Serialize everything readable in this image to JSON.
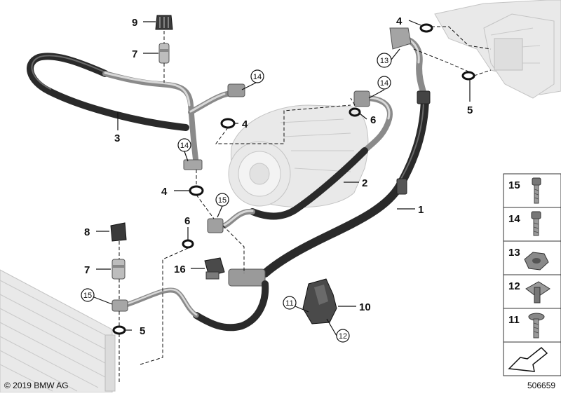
{
  "copyright": "© 2019 BMW AG",
  "diagram_number": "506659",
  "callouts": [
    {
      "id": "c9",
      "text": "9"
    },
    {
      "id": "c7a",
      "text": "7"
    },
    {
      "id": "c3",
      "text": "3"
    },
    {
      "id": "c14a",
      "text": "14"
    },
    {
      "id": "c4a",
      "text": "4"
    },
    {
      "id": "c14b",
      "text": "14"
    },
    {
      "id": "c4b",
      "text": "4"
    },
    {
      "id": "c15a",
      "text": "15"
    },
    {
      "id": "c6a",
      "text": "6"
    },
    {
      "id": "c8",
      "text": "8"
    },
    {
      "id": "c7b",
      "text": "7"
    },
    {
      "id": "c16",
      "text": "16"
    },
    {
      "id": "c15b",
      "text": "15"
    },
    {
      "id": "c5a",
      "text": "5"
    },
    {
      "id": "c14c",
      "text": "14"
    },
    {
      "id": "c6b",
      "text": "6"
    },
    {
      "id": "c2",
      "text": "2"
    },
    {
      "id": "c1",
      "text": "1"
    },
    {
      "id": "c4c",
      "text": "4"
    },
    {
      "id": "c13",
      "text": "13"
    },
    {
      "id": "c5b",
      "text": "5"
    },
    {
      "id": "c11",
      "text": "11"
    },
    {
      "id": "c10",
      "text": "10"
    },
    {
      "id": "c12",
      "text": "12"
    }
  ],
  "parts_panel": [
    {
      "number": "15",
      "part": "screw"
    },
    {
      "number": "14",
      "part": "screw"
    },
    {
      "number": "13",
      "part": "nut"
    },
    {
      "number": "12",
      "part": "clip-nut"
    },
    {
      "number": "11",
      "part": "screw"
    }
  ],
  "colors": {
    "line": "#111111",
    "hose": "#2a2a2a",
    "pipe": "#8a8a8a",
    "ghost": "#e9e9e9"
  }
}
